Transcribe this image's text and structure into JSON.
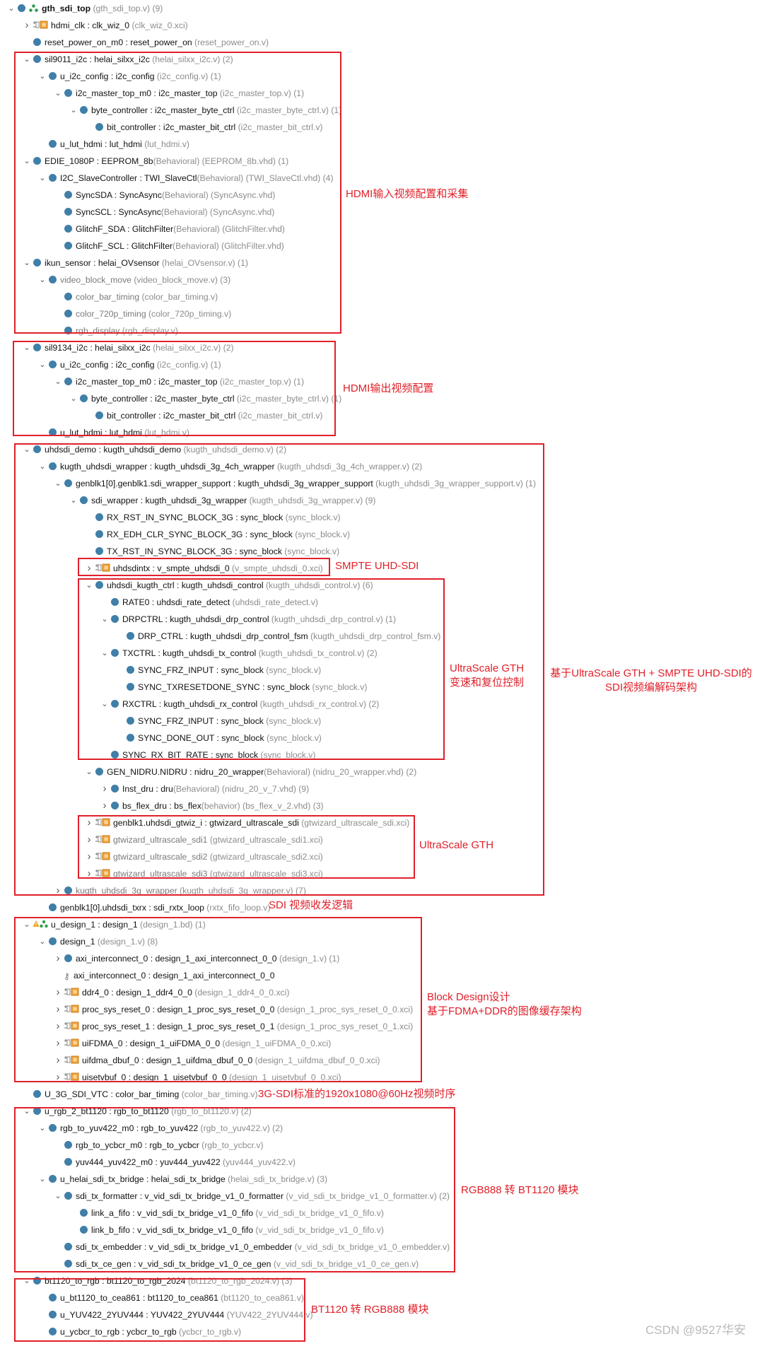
{
  "tree": [
    {
      "d": 0,
      "e": "o",
      "i": "top",
      "n": "gth_sdi_top",
      "s": " (gth_sdi_top.v) (9)",
      "b": true
    },
    {
      "d": 1,
      "e": "c",
      "i": "ip",
      "n": "hdmi_clk : clk_wiz_0",
      "s": " (clk_wiz_0.xci)"
    },
    {
      "d": 1,
      "e": "",
      "i": "dot",
      "n": "reset_power_on_m0 : reset_power_on",
      "s": " (reset_power_on.v)"
    },
    {
      "d": 1,
      "e": "o",
      "i": "dot",
      "n": "sil9011_i2c : helai_silxx_i2c",
      "s": " (helai_silxx_i2c.v) (2)"
    },
    {
      "d": 2,
      "e": "o",
      "i": "dot",
      "n": "u_i2c_config : i2c_config",
      "s": " (i2c_config.v) (1)"
    },
    {
      "d": 3,
      "e": "o",
      "i": "dot",
      "n": "i2c_master_top_m0 : i2c_master_top",
      "s": " (i2c_master_top.v) (1)"
    },
    {
      "d": 4,
      "e": "o",
      "i": "dot",
      "n": "byte_controller : i2c_master_byte_ctrl",
      "s": " (i2c_master_byte_ctrl.v) (1)"
    },
    {
      "d": 5,
      "e": "",
      "i": "dot",
      "n": "bit_controller : i2c_master_bit_ctrl",
      "s": " (i2c_master_bit_ctrl.v)"
    },
    {
      "d": 2,
      "e": "",
      "i": "dot",
      "n": "u_lut_hdmi : lut_hdmi",
      "s": " (lut_hdmi.v)"
    },
    {
      "d": 1,
      "e": "o",
      "i": "dot",
      "n": "EDIE_1080P : EEPROM_8b",
      "s": "(Behavioral) (EEPROM_8b.vhd) (1)"
    },
    {
      "d": 2,
      "e": "o",
      "i": "dot",
      "n": "I2C_SlaveController : TWI_SlaveCtl",
      "s": "(Behavioral) (TWI_SlaveCtl.vhd) (4)"
    },
    {
      "d": 3,
      "e": "",
      "i": "dot",
      "n": "SyncSDA : SyncAsync",
      "s": "(Behavioral) (SyncAsync.vhd)"
    },
    {
      "d": 3,
      "e": "",
      "i": "dot",
      "n": "SyncSCL : SyncAsync",
      "s": "(Behavioral) (SyncAsync.vhd)"
    },
    {
      "d": 3,
      "e": "",
      "i": "dot",
      "n": "GlitchF_SDA : GlitchFilter",
      "s": "(Behavioral) (GlitchFilter.vhd)"
    },
    {
      "d": 3,
      "e": "",
      "i": "dot",
      "n": "GlitchF_SCL : GlitchFilter",
      "s": "(Behavioral) (GlitchFilter.vhd)"
    },
    {
      "d": 1,
      "e": "o",
      "i": "dot",
      "n": "ikun_sensor : helai_OVsensor",
      "s": " (helai_OVsensor.v) (1)"
    },
    {
      "d": 2,
      "e": "o",
      "i": "dot",
      "n": "video_block_move",
      "s": " (video_block_move.v) (3)",
      "dim": true
    },
    {
      "d": 3,
      "e": "",
      "i": "dot",
      "n": "color_bar_timing",
      "s": " (color_bar_timing.v)",
      "dim": true
    },
    {
      "d": 3,
      "e": "",
      "i": "dot",
      "n": "color_720p_timing",
      "s": " (color_720p_timing.v)",
      "dim": true
    },
    {
      "d": 3,
      "e": "",
      "i": "dot",
      "n": "rgb_display",
      "s": " (rgb_display.v)",
      "dim": true
    },
    {
      "d": 1,
      "e": "o",
      "i": "dot",
      "n": "sil9134_i2c : helai_silxx_i2c",
      "s": " (helai_silxx_i2c.v) (2)"
    },
    {
      "d": 2,
      "e": "o",
      "i": "dot",
      "n": "u_i2c_config : i2c_config",
      "s": " (i2c_config.v) (1)"
    },
    {
      "d": 3,
      "e": "o",
      "i": "dot",
      "n": "i2c_master_top_m0 : i2c_master_top",
      "s": " (i2c_master_top.v) (1)"
    },
    {
      "d": 4,
      "e": "o",
      "i": "dot",
      "n": "byte_controller : i2c_master_byte_ctrl",
      "s": " (i2c_master_byte_ctrl.v) (1)"
    },
    {
      "d": 5,
      "e": "",
      "i": "dot",
      "n": "bit_controller : i2c_master_bit_ctrl",
      "s": " (i2c_master_bit_ctrl.v)"
    },
    {
      "d": 2,
      "e": "",
      "i": "dot",
      "n": "u_lut_hdmi : lut_hdmi",
      "s": " (lut_hdmi.v)"
    },
    {
      "d": 1,
      "e": "o",
      "i": "dot",
      "n": "uhdsdi_demo : kugth_uhdsdi_demo",
      "s": " (kugth_uhdsdi_demo.v) (2)"
    },
    {
      "d": 2,
      "e": "o",
      "i": "dot",
      "n": "kugth_uhdsdi_wrapper : kugth_uhdsdi_3g_4ch_wrapper",
      "s": " (kugth_uhdsdi_3g_4ch_wrapper.v) (2)"
    },
    {
      "d": 3,
      "e": "o",
      "i": "dot",
      "n": "genblk1[0].genblk1.sdi_wrapper_support : kugth_uhdsdi_3g_wrapper_support",
      "s": " (kugth_uhdsdi_3g_wrapper_support.v) (1)"
    },
    {
      "d": 4,
      "e": "o",
      "i": "dot",
      "n": "sdi_wrapper : kugth_uhdsdi_3g_wrapper",
      "s": " (kugth_uhdsdi_3g_wrapper.v) (9)"
    },
    {
      "d": 5,
      "e": "",
      "i": "dot",
      "n": "RX_RST_IN_SYNC_BLOCK_3G : sync_block",
      "s": " (sync_block.v)"
    },
    {
      "d": 5,
      "e": "",
      "i": "dot",
      "n": "RX_EDH_CLR_SYNC_BLOCK_3G : sync_block",
      "s": " (sync_block.v)"
    },
    {
      "d": 5,
      "e": "",
      "i": "dot",
      "n": "TX_RST_IN_SYNC_BLOCK_3G : sync_block",
      "s": " (sync_block.v)"
    },
    {
      "d": 5,
      "e": "c",
      "i": "ip",
      "n": "uhdsdintx : v_smpte_uhdsdi_0",
      "s": " (v_smpte_uhdsdi_0.xci)"
    },
    {
      "d": 5,
      "e": "o",
      "i": "dot",
      "n": "uhdsdi_kugth_ctrl : kugth_uhdsdi_control",
      "s": " (kugth_uhdsdi_control.v) (6)"
    },
    {
      "d": 6,
      "e": "",
      "i": "dot",
      "n": "RATE0 : uhdsdi_rate_detect",
      "s": " (uhdsdi_rate_detect.v)"
    },
    {
      "d": 6,
      "e": "o",
      "i": "dot",
      "n": "DRPCTRL : kugth_uhdsdi_drp_control",
      "s": " (kugth_uhdsdi_drp_control.v) (1)"
    },
    {
      "d": 7,
      "e": "",
      "i": "dot",
      "n": "DRP_CTRL : kugth_uhdsdi_drp_control_fsm",
      "s": " (kugth_uhdsdi_drp_control_fsm.v)"
    },
    {
      "d": 6,
      "e": "o",
      "i": "dot",
      "n": "TXCTRL : kugth_uhdsdi_tx_control",
      "s": " (kugth_uhdsdi_tx_control.v) (2)"
    },
    {
      "d": 7,
      "e": "",
      "i": "dot",
      "n": "SYNC_FRZ_INPUT : sync_block",
      "s": " (sync_block.v)"
    },
    {
      "d": 7,
      "e": "",
      "i": "dot",
      "n": "SYNC_TXRESETDONE_SYNC : sync_block",
      "s": " (sync_block.v)"
    },
    {
      "d": 6,
      "e": "o",
      "i": "dot",
      "n": "RXCTRL : kugth_uhdsdi_rx_control",
      "s": " (kugth_uhdsdi_rx_control.v) (2)"
    },
    {
      "d": 7,
      "e": "",
      "i": "dot",
      "n": "SYNC_FRZ_INPUT : sync_block",
      "s": " (sync_block.v)"
    },
    {
      "d": 7,
      "e": "",
      "i": "dot",
      "n": "SYNC_DONE_OUT : sync_block",
      "s": " (sync_block.v)"
    },
    {
      "d": 6,
      "e": "",
      "i": "dot",
      "n": "SYNC_RX_BIT_RATE : sync_block",
      "s": " (sync_block.v)"
    },
    {
      "d": 5,
      "e": "o",
      "i": "dot",
      "n": "GEN_NIDRU.NIDRU : nidru_20_wrapper",
      "s": "(Behavioral) (nidru_20_wrapper.vhd) (2)"
    },
    {
      "d": 6,
      "e": "c",
      "i": "dot",
      "n": "Inst_dru : dru",
      "s": "(Behavioral) (nidru_20_v_7.vhd) (9)"
    },
    {
      "d": 6,
      "e": "c",
      "i": "dot",
      "n": "bs_flex_dru : bs_flex",
      "s": "(behavior) (bs_flex_v_2.vhd) (3)"
    },
    {
      "d": 5,
      "e": "c",
      "i": "ip",
      "n": "genblk1.uhdsdi_gtwiz_i : gtwizard_ultrascale_sdi",
      "s": " (gtwizard_ultrascale_sdi.xci)"
    },
    {
      "d": 5,
      "e": "c",
      "i": "ip",
      "n": "gtwizard_ultrascale_sdi1",
      "s": " (gtwizard_ultrascale_sdi1.xci)",
      "dim": true
    },
    {
      "d": 5,
      "e": "c",
      "i": "ip",
      "n": "gtwizard_ultrascale_sdi2",
      "s": " (gtwizard_ultrascale_sdi2.xci)",
      "dim": true
    },
    {
      "d": 5,
      "e": "c",
      "i": "ip",
      "n": "gtwizard_ultrascale_sdi3",
      "s": " (gtwizard_ultrascale_sdi3.xci)",
      "dim": true
    },
    {
      "d": 3,
      "e": "c",
      "i": "dot",
      "n": "kugth_uhdsdi_3g_wrapper",
      "s": " (kugth_uhdsdi_3g_wrapper.v) (7)",
      "dim": true
    },
    {
      "d": 2,
      "e": "",
      "i": "dot",
      "n": "genblk1[0].uhdsdi_txrx : sdi_rxtx_loop",
      "s": " (rxtx_fifo_loop.v)"
    },
    {
      "d": 1,
      "e": "o",
      "i": "bd",
      "n": "u_design_1 : design_1",
      "s": " (design_1.bd) (1)"
    },
    {
      "d": 2,
      "e": "o",
      "i": "dot",
      "n": "design_1",
      "s": " (design_1.v) (8)"
    },
    {
      "d": 3,
      "e": "c",
      "i": "dot",
      "n": "axi_interconnect_0 : design_1_axi_interconnect_0_0",
      "s": " (design_1.v) (1)"
    },
    {
      "d": 3,
      "e": "",
      "i": "key",
      "n": "axi_interconnect_0 : design_1_axi_interconnect_0_0",
      "s": ""
    },
    {
      "d": 3,
      "e": "c",
      "i": "ip",
      "n": "ddr4_0 : design_1_ddr4_0_0",
      "s": " (design_1_ddr4_0_0.xci)"
    },
    {
      "d": 3,
      "e": "c",
      "i": "ip",
      "n": "proc_sys_reset_0 : design_1_proc_sys_reset_0_0",
      "s": " (design_1_proc_sys_reset_0_0.xci)"
    },
    {
      "d": 3,
      "e": "c",
      "i": "ip",
      "n": "proc_sys_reset_1 : design_1_proc_sys_reset_0_1",
      "s": " (design_1_proc_sys_reset_0_1.xci)"
    },
    {
      "d": 3,
      "e": "c",
      "i": "ip",
      "n": "uiFDMA_0 : design_1_uiFDMA_0_0",
      "s": " (design_1_uiFDMA_0_0.xci)"
    },
    {
      "d": 3,
      "e": "c",
      "i": "ip",
      "n": "uifdma_dbuf_0 : design_1_uifdma_dbuf_0_0",
      "s": " (design_1_uifdma_dbuf_0_0.xci)"
    },
    {
      "d": 3,
      "e": "c",
      "i": "ip",
      "n": "uisetvbuf_0 : design_1_uisetvbuf_0_0",
      "s": " (design_1_uisetvbuf_0_0.xci)"
    },
    {
      "d": 1,
      "e": "",
      "i": "dot",
      "n": "U_3G_SDI_VTC : color_bar_timing",
      "s": " (color_bar_timing.v)"
    },
    {
      "d": 1,
      "e": "o",
      "i": "dot",
      "n": "u_rgb_2_bt1120 : rgb_to_bt1120",
      "s": " (rgb_to_bt1120.v) (2)"
    },
    {
      "d": 2,
      "e": "o",
      "i": "dot",
      "n": "rgb_to_yuv422_m0 : rgb_to_yuv422",
      "s": " (rgb_to_yuv422.v) (2)"
    },
    {
      "d": 3,
      "e": "",
      "i": "dot",
      "n": "rgb_to_ycbcr_m0 : rgb_to_ycbcr",
      "s": " (rgb_to_ycbcr.v)"
    },
    {
      "d": 3,
      "e": "",
      "i": "dot",
      "n": "yuv444_yuv422_m0 : yuv444_yuv422",
      "s": " (yuv444_yuv422.v)"
    },
    {
      "d": 2,
      "e": "o",
      "i": "dot",
      "n": "u_helai_sdi_tx_bridge : helai_sdi_tx_bridge",
      "s": " (helai_sdi_tx_bridge.v) (3)"
    },
    {
      "d": 3,
      "e": "o",
      "i": "dot",
      "n": "sdi_tx_formatter : v_vid_sdi_tx_bridge_v1_0_formatter",
      "s": " (v_vid_sdi_tx_bridge_v1_0_formatter.v) (2)"
    },
    {
      "d": 4,
      "e": "",
      "i": "dot",
      "n": "link_a_fifo : v_vid_sdi_tx_bridge_v1_0_fifo",
      "s": " (v_vid_sdi_tx_bridge_v1_0_fifo.v)"
    },
    {
      "d": 4,
      "e": "",
      "i": "dot",
      "n": "link_b_fifo : v_vid_sdi_tx_bridge_v1_0_fifo",
      "s": " (v_vid_sdi_tx_bridge_v1_0_fifo.v)"
    },
    {
      "d": 3,
      "e": "",
      "i": "dot",
      "n": "sdi_tx_embedder : v_vid_sdi_tx_bridge_v1_0_embedder",
      "s": " (v_vid_sdi_tx_bridge_v1_0_embedder.v)"
    },
    {
      "d": 3,
      "e": "",
      "i": "dot",
      "n": "sdi_tx_ce_gen : v_vid_sdi_tx_bridge_v1_0_ce_gen",
      "s": " (v_vid_sdi_tx_bridge_v1_0_ce_gen.v)"
    },
    {
      "d": 1,
      "e": "o",
      "i": "dot",
      "n": "bt1120_to_rgb : bt1120_to_rgb_2024",
      "s": " (bt1120_to_rgb_2024.v) (3)"
    },
    {
      "d": 2,
      "e": "",
      "i": "dot",
      "n": "u_bt1120_to_cea861 : bt1120_to_cea861",
      "s": " (bt1120_to_cea861.v)"
    },
    {
      "d": 2,
      "e": "",
      "i": "dot",
      "n": "u_YUV422_2YUV444 : YUV422_2YUV444",
      "s": " (YUV422_2YUV444.v)"
    },
    {
      "d": 2,
      "e": "",
      "i": "dot",
      "n": "u_ycbcr_to_rgb : ycbcr_to_rgb",
      "s": " (ycbcr_to_rgb.v)"
    }
  ],
  "annotations": {
    "hdmi_in": "HDMI输入视频配置和采集",
    "hdmi_out": "HDMI输出视频配置",
    "smpte": "SMPTE UHD-SDI",
    "gth_ctrl_1": "UltraScale GTH",
    "gth_ctrl_2": "变速和复位控制",
    "arch_1": "基于UltraScale GTH + SMPTE UHD-SDI的",
    "arch_2": "SDI视频编解码架构",
    "gth": "UltraScale GTH",
    "sdi_loop": "SDI 视频收发逻辑",
    "bd_1": "Block Design设计",
    "bd_2": "基于FDMA+DDR的图像缓存架构",
    "vtc": "3G-SDI标准的1920x1080@60Hz视频时序",
    "rgb2bt": "RGB888 转 BT1120 模块",
    "bt2rgb": "BT1120 转 RGB888 模块"
  },
  "watermark": "CSDN @9527华安",
  "colors": {
    "accent_red": "#e0202a",
    "node_dot": "#3f7fa8",
    "source_text": "#8c8c8c"
  }
}
